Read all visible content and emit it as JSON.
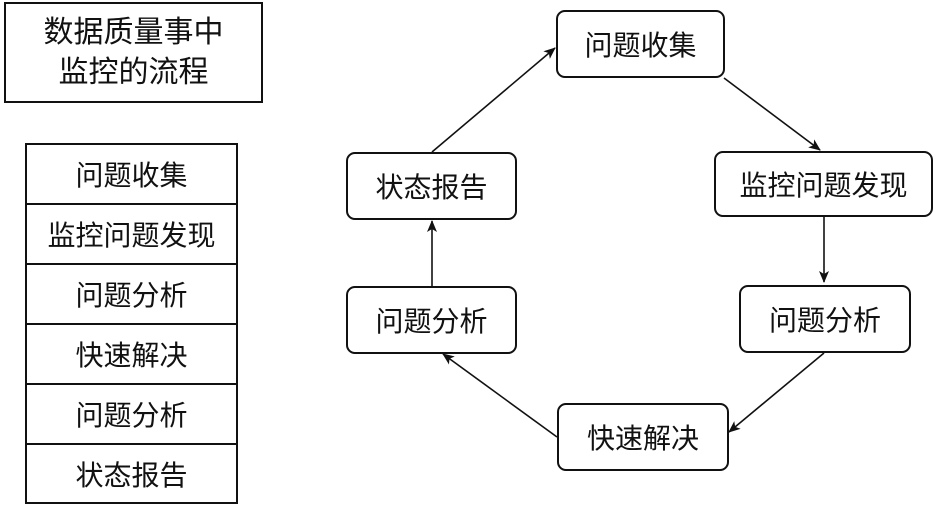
{
  "title": {
    "line1": "数据质量事中",
    "line2": "监控的流程"
  },
  "step_list": [
    "问题收集",
    "监控问题发现",
    "问题分析",
    "快速解决",
    "问题分析",
    "状态报告"
  ],
  "cycle": {
    "top": "问题收集",
    "right_upper": "监控问题发现",
    "right_lower": "问题分析",
    "bottom": "快速解决",
    "left_lower": "问题分析",
    "left_upper": "状态报告"
  },
  "colors": {
    "stroke": "#111111",
    "background": "#ffffff"
  }
}
